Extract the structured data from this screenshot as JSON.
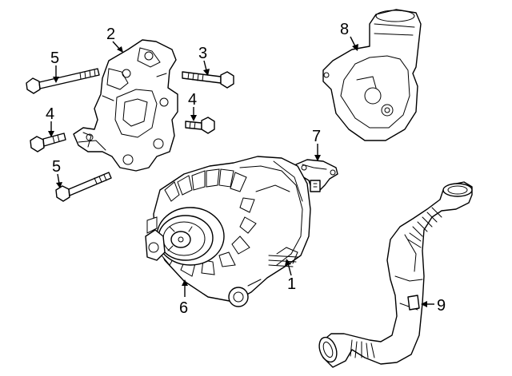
{
  "diagram": {
    "title": "Alternator & components exploded view",
    "callouts": [
      {
        "id": "c1",
        "label": "1",
        "part": "alternator"
      },
      {
        "id": "c2",
        "label": "2",
        "part": "mounting-bracket"
      },
      {
        "id": "c3",
        "label": "3",
        "part": "bolt"
      },
      {
        "id": "c4a",
        "label": "4",
        "part": "bolt"
      },
      {
        "id": "c4b",
        "label": "4",
        "part": "bolt"
      },
      {
        "id": "c5a",
        "label": "5",
        "part": "long-bolt"
      },
      {
        "id": "c5b",
        "label": "5",
        "part": "long-bolt"
      },
      {
        "id": "c6",
        "label": "6",
        "part": "pulley"
      },
      {
        "id": "c7",
        "label": "7",
        "part": "voltage-regulator"
      },
      {
        "id": "c8",
        "label": "8",
        "part": "air-shroud"
      },
      {
        "id": "c9",
        "label": "9",
        "part": "air-duct-hose"
      }
    ]
  }
}
